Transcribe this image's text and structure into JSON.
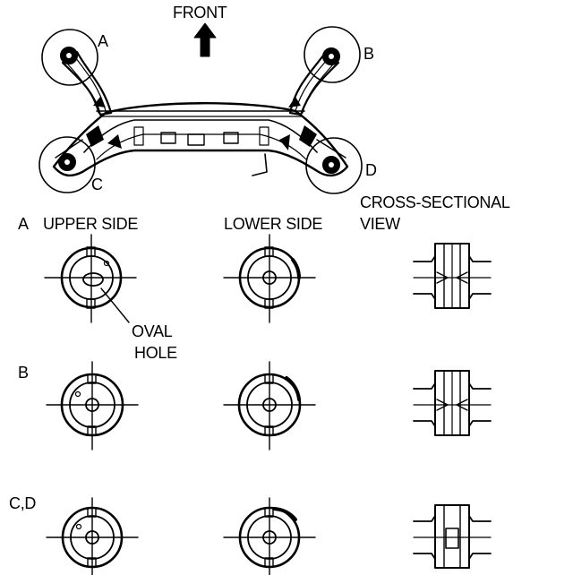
{
  "diagram": {
    "front_label": "FRONT",
    "corner_labels": {
      "a": "A",
      "b": "B",
      "c": "C",
      "d": "D"
    },
    "column_headers": {
      "upper": "UPPER SIDE",
      "lower": "LOWER SIDE",
      "cross_line1": "CROSS-SECTIONAL",
      "cross_line2": "VIEW"
    },
    "row_labels": {
      "a": "A",
      "b": "B",
      "cd": "C,D"
    },
    "callout": {
      "line1": "OVAL",
      "line2": "HOLE"
    }
  }
}
